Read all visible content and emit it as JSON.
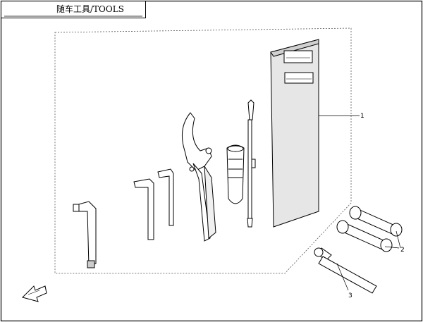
{
  "title": "随车工具/TOOLS",
  "callouts": [
    {
      "number": "1"
    },
    {
      "number": "2"
    },
    {
      "number": "3"
    }
  ]
}
